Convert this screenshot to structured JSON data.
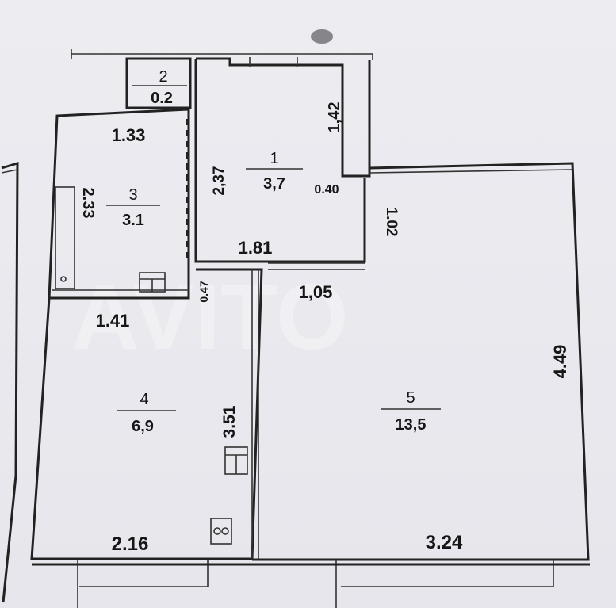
{
  "plan": {
    "rooms": [
      {
        "number": "1",
        "area": "3,7"
      },
      {
        "number": "2",
        "area": "0.2"
      },
      {
        "number": "3",
        "area": "3.1"
      },
      {
        "number": "4",
        "area": "6,9"
      },
      {
        "number": "5",
        "area": "13,5"
      }
    ],
    "dimensions": {
      "d_1_33": "1.33",
      "d_2_33": "2.33",
      "d_2_37": "2,37",
      "d_1_42": "1,42",
      "d_0_40": "0.40",
      "d_1_02": "1.02",
      "d_1_81": "1.81",
      "d_1_05": "1,05",
      "d_0_47": "0.47",
      "d_1_41": "1.41",
      "d_3_51": "3.51",
      "d_4_49": "4.49",
      "d_2_16": "2.16",
      "d_3_24": "3.24"
    },
    "watermark": "AVITO",
    "colors": {
      "paper": "#ececf1",
      "ink": "#222222"
    }
  }
}
